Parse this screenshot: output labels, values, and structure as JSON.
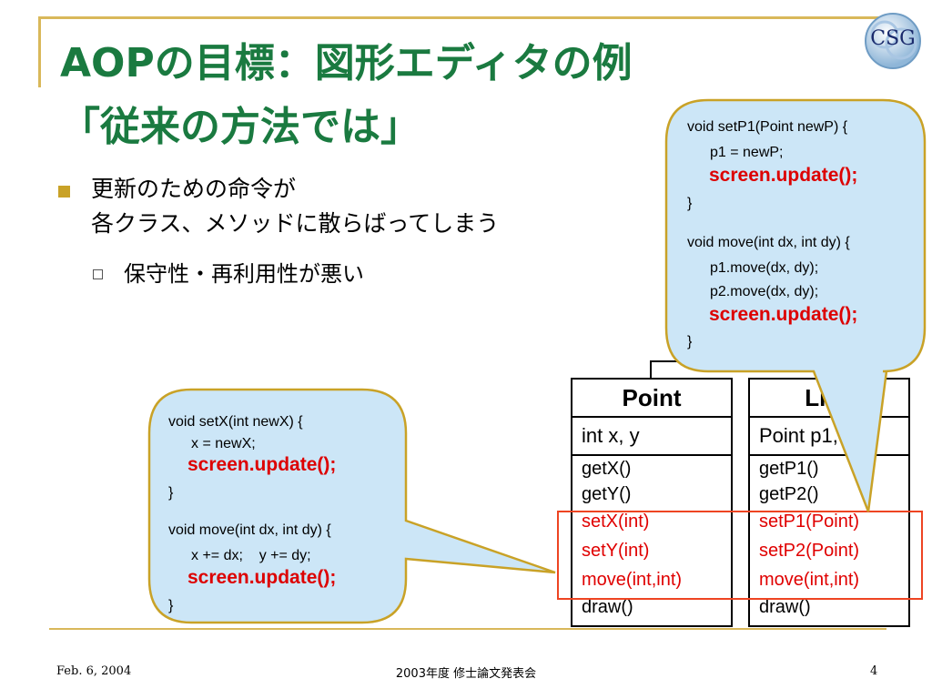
{
  "slide": {
    "title_line1": "AOPの目標：図形エディタの例",
    "title_line2": "「従来の方法では」",
    "bullet1_line1": "更新のための命令が",
    "bullet1_line2": "各クラス、メソッドに散らばってしまう",
    "sub_bullet1": "保守性・再利用性が悪い"
  },
  "logo": {
    "text": "CSG"
  },
  "point_class": {
    "name": "Point",
    "attributes": "int x, y",
    "methods": [
      "getX()",
      "getY()",
      "setX(int)",
      "setY(int)",
      "move(int,int)",
      "draw()"
    ]
  },
  "line_class": {
    "name": "Line",
    "attributes": "Point p1, p2",
    "methods": [
      "getP1()",
      "getP2()",
      "setP1(Point)",
      "setP2(Point)",
      "move(int,int)",
      "draw()"
    ]
  },
  "callout_point": {
    "l1": "void setX(int newX) {",
    "l2": "x = newX;",
    "u1": "screen.update();",
    "l3": "}",
    "l4": "void move(int dx, int dy) {",
    "l5": "x += dx;    y += dy;",
    "u2": "screen.update();",
    "l6": "}"
  },
  "callout_line": {
    "l1": "void setP1(Point newP) {",
    "l2": "p1 = newP;",
    "u1": "screen.update();",
    "l3": "}",
    "l4": "void move(int dx, int dy) {",
    "l5": "p1.move(dx, dy);",
    "l6": "p2.move(dx, dy);",
    "u2": "screen.update();",
    "l7": "}"
  },
  "footer": {
    "date": "Feb. 6, 2004",
    "event": "2003年度 修士論文発表会",
    "page": "4"
  },
  "colors": {
    "title_green": "#1a7a40",
    "frame_gold": "#d9b85a",
    "bubble_fill": "#cce6f7",
    "bubble_stroke": "#c9a227",
    "update_red": "#dd0000",
    "highlight_red": "#ee4422"
  }
}
